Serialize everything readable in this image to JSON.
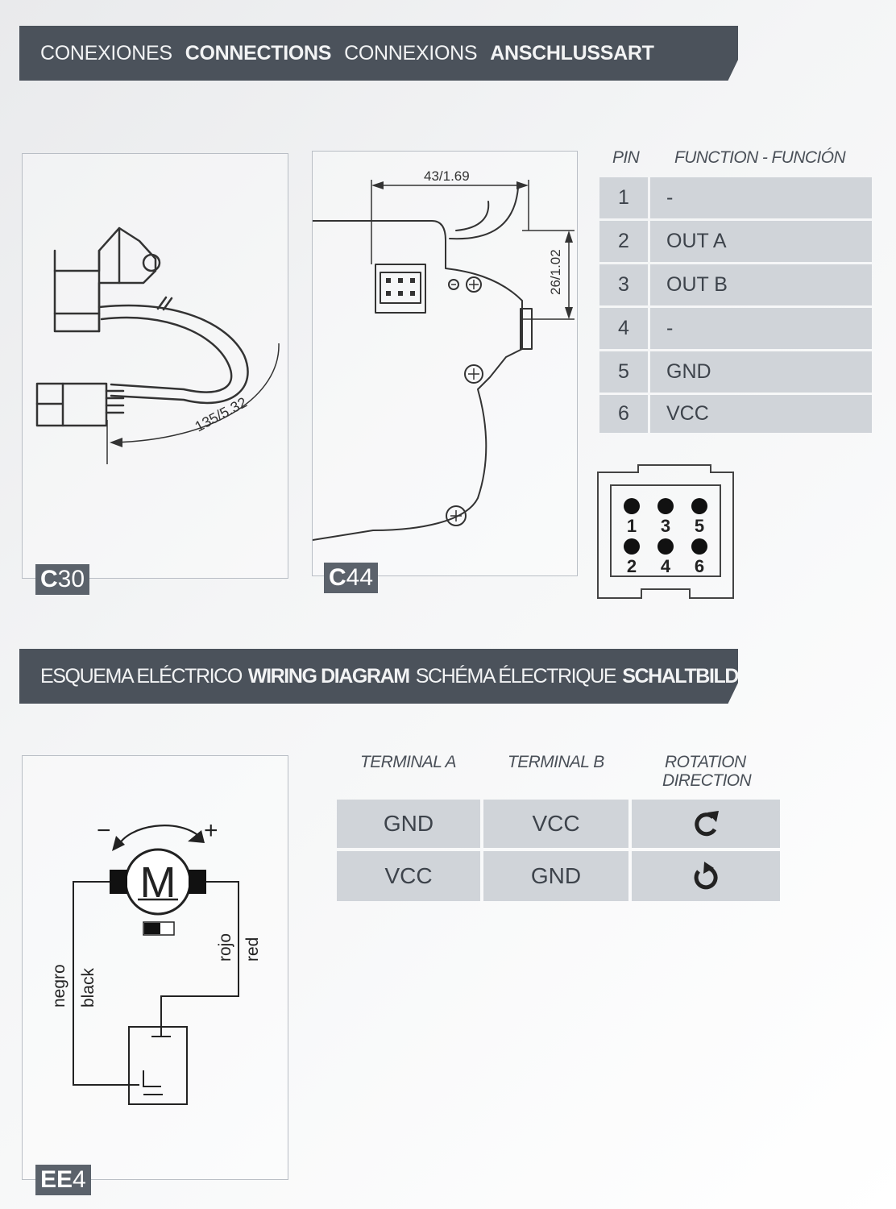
{
  "connections_header": {
    "es": "CONEXIONES",
    "en": "CONNECTIONS",
    "fr": "CONNEXIONS",
    "de": "ANSCHLUSSART"
  },
  "wiring_header": {
    "es": "ESQUEMA ELÉCTRICO",
    "en": "WIRING DIAGRAM",
    "fr": "SCHÉMA ÉLECTRIQUE",
    "de": "SCHALTBILD"
  },
  "c30": {
    "tag_bold": "C",
    "tag_rest": "30",
    "dimension": "135/5.32"
  },
  "c44": {
    "tag_bold": "C",
    "tag_rest": "44",
    "dim_width": "43/1.69",
    "dim_height": "26/1.02"
  },
  "pin_table": {
    "col_pin": "PIN",
    "col_function": "FUNCTION - FUNCIÓN",
    "rows": [
      {
        "pin": "1",
        "function": "-"
      },
      {
        "pin": "2",
        "function": "OUT A"
      },
      {
        "pin": "3",
        "function": "OUT B"
      },
      {
        "pin": "4",
        "function": "-"
      },
      {
        "pin": "5",
        "function": "GND"
      },
      {
        "pin": "6",
        "function": "VCC"
      }
    ]
  },
  "connector_face": {
    "top_row": [
      "1",
      "3",
      "5"
    ],
    "bottom_row": [
      "2",
      "4",
      "6"
    ]
  },
  "ee4": {
    "tag_bold": "EE",
    "tag_rest": "4",
    "motor_label": "M",
    "minus": "−",
    "plus": "+",
    "wire_left_es": "negro",
    "wire_left_en": "black",
    "wire_right_es": "rojo",
    "wire_right_en": "red"
  },
  "rotation_table": {
    "col_a": "TERMINAL A",
    "col_b": "TERMINAL B",
    "col_dir_1": "ROTATION",
    "col_dir_2": "DIRECTION",
    "rows": [
      {
        "terminal_a": "GND",
        "terminal_b": "VCC",
        "direction_icon": "clockwise-icon"
      },
      {
        "terminal_a": "VCC",
        "terminal_b": "GND",
        "direction_icon": "counterclockwise-icon"
      }
    ]
  },
  "colors": {
    "banner": "#4b525b",
    "table_cell": "#d0d4d9",
    "tag": "#5b626b"
  }
}
